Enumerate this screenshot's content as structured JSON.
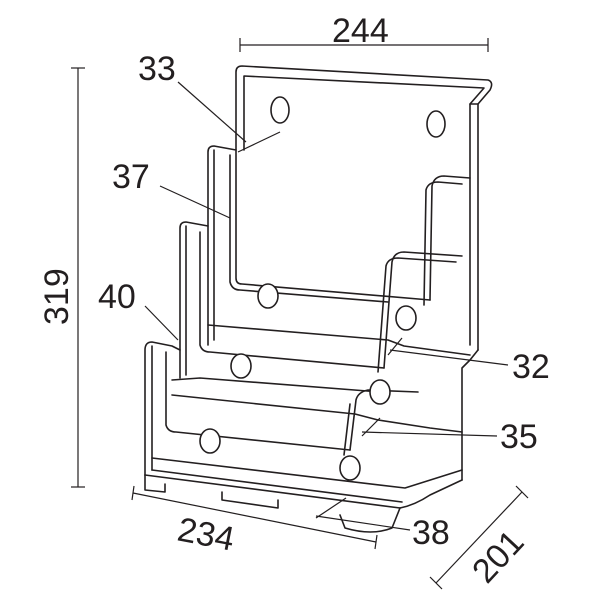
{
  "title": "Brochure holder dimensions drawing",
  "dimensions": {
    "width_top": "244",
    "height": "319",
    "width_bottom": "234",
    "depth": "201"
  },
  "pocket_labels": {
    "back_pocket_depth": "33",
    "middle_step": "37",
    "front_step": "40",
    "pocket_32": "32",
    "pocket_35": "35",
    "pocket_38": "38"
  },
  "colors": {
    "line": "#231f20",
    "background": "#ffffff"
  }
}
